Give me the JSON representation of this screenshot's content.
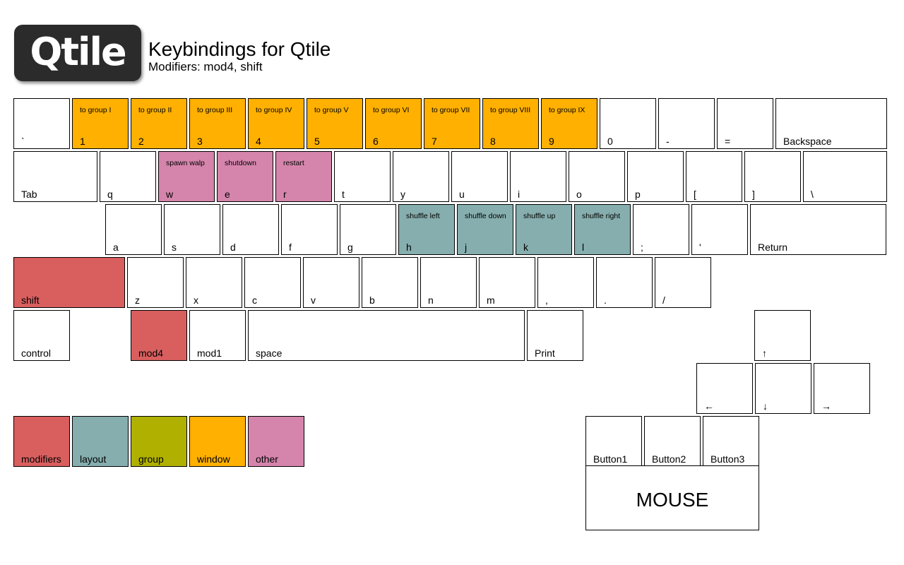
{
  "header": {
    "logo_text": "Qtile",
    "title": "Keybindings for Qtile",
    "subtitle": "Modifiers: mod4, shift"
  },
  "colors": {
    "modifiers": "#d95f5f",
    "layout": "#86aeae",
    "group": "#b0b000",
    "window": "#ffb000",
    "other": "#d585ac",
    "none": "#ffffff"
  },
  "keys": [
    {
      "label": "`",
      "desc": "",
      "cat": "none"
    },
    {
      "label": "1",
      "desc": "to group I",
      "cat": "window"
    },
    {
      "label": "2",
      "desc": "to group II",
      "cat": "window"
    },
    {
      "label": "3",
      "desc": "to group III",
      "cat": "window"
    },
    {
      "label": "4",
      "desc": "to group IV",
      "cat": "window"
    },
    {
      "label": "5",
      "desc": "to group V",
      "cat": "window"
    },
    {
      "label": "6",
      "desc": "to group VI",
      "cat": "window"
    },
    {
      "label": "7",
      "desc": "to group VII",
      "cat": "window"
    },
    {
      "label": "8",
      "desc": "to group VIII",
      "cat": "window"
    },
    {
      "label": "9",
      "desc": "to group IX",
      "cat": "window"
    },
    {
      "label": "0",
      "desc": "",
      "cat": "none"
    },
    {
      "label": "-",
      "desc": "",
      "cat": "none"
    },
    {
      "label": "=",
      "desc": "",
      "cat": "none"
    },
    {
      "label": "Backspace",
      "desc": "",
      "cat": "none"
    },
    {
      "label": "Tab",
      "desc": "",
      "cat": "none"
    },
    {
      "label": "q",
      "desc": "",
      "cat": "none"
    },
    {
      "label": "w",
      "desc": "spawn walp",
      "cat": "other"
    },
    {
      "label": "e",
      "desc": "shutdown",
      "cat": "other"
    },
    {
      "label": "r",
      "desc": "restart",
      "cat": "other"
    },
    {
      "label": "t",
      "desc": "",
      "cat": "none"
    },
    {
      "label": "y",
      "desc": "",
      "cat": "none"
    },
    {
      "label": "u",
      "desc": "",
      "cat": "none"
    },
    {
      "label": "i",
      "desc": "",
      "cat": "none"
    },
    {
      "label": "o",
      "desc": "",
      "cat": "none"
    },
    {
      "label": "p",
      "desc": "",
      "cat": "none"
    },
    {
      "label": "[",
      "desc": "",
      "cat": "none"
    },
    {
      "label": "]",
      "desc": "",
      "cat": "none"
    },
    {
      "label": "\\",
      "desc": "",
      "cat": "none"
    },
    {
      "label": "a",
      "desc": "",
      "cat": "none"
    },
    {
      "label": "s",
      "desc": "",
      "cat": "none"
    },
    {
      "label": "d",
      "desc": "",
      "cat": "none"
    },
    {
      "label": "f",
      "desc": "",
      "cat": "none"
    },
    {
      "label": "g",
      "desc": "",
      "cat": "none"
    },
    {
      "label": "h",
      "desc": "shuffle left",
      "cat": "layout"
    },
    {
      "label": "j",
      "desc": "shuffle down",
      "cat": "layout"
    },
    {
      "label": "k",
      "desc": "shuffle up",
      "cat": "layout"
    },
    {
      "label": "l",
      "desc": "shuffle right",
      "cat": "layout"
    },
    {
      "label": ";",
      "desc": "",
      "cat": "none"
    },
    {
      "label": "'",
      "desc": "",
      "cat": "none"
    },
    {
      "label": "Return",
      "desc": "",
      "cat": "none"
    },
    {
      "label": "shift",
      "desc": "",
      "cat": "modifiers"
    },
    {
      "label": "z",
      "desc": "",
      "cat": "none"
    },
    {
      "label": "x",
      "desc": "",
      "cat": "none"
    },
    {
      "label": "c",
      "desc": "",
      "cat": "none"
    },
    {
      "label": "v",
      "desc": "",
      "cat": "none"
    },
    {
      "label": "b",
      "desc": "",
      "cat": "none"
    },
    {
      "label": "n",
      "desc": "",
      "cat": "none"
    },
    {
      "label": "m",
      "desc": "",
      "cat": "none"
    },
    {
      "label": ",",
      "desc": "",
      "cat": "none"
    },
    {
      "label": ".",
      "desc": "",
      "cat": "none"
    },
    {
      "label": "/",
      "desc": "",
      "cat": "none"
    },
    {
      "label": "control",
      "desc": "",
      "cat": "none"
    },
    {
      "label": "mod4",
      "desc": "",
      "cat": "modifiers"
    },
    {
      "label": "mod1",
      "desc": "",
      "cat": "none"
    },
    {
      "label": "space",
      "desc": "",
      "cat": "none"
    },
    {
      "label": "Print",
      "desc": "",
      "cat": "none"
    },
    {
      "label": "↑",
      "desc": "",
      "cat": "none"
    },
    {
      "label": "←",
      "desc": "",
      "cat": "none"
    },
    {
      "label": "↓",
      "desc": "",
      "cat": "none"
    },
    {
      "label": "→",
      "desc": "",
      "cat": "none"
    },
    {
      "label": "modifiers",
      "desc": "",
      "cat": "modifiers"
    },
    {
      "label": "layout",
      "desc": "",
      "cat": "layout"
    },
    {
      "label": "group",
      "desc": "",
      "cat": "group"
    },
    {
      "label": "window",
      "desc": "",
      "cat": "window"
    },
    {
      "label": "other",
      "desc": "",
      "cat": "other"
    },
    {
      "label": "Button1",
      "desc": "",
      "cat": "none"
    },
    {
      "label": "Button2",
      "desc": "",
      "cat": "none"
    },
    {
      "label": "Button3",
      "desc": "",
      "cat": "none"
    }
  ],
  "mouse": {
    "label": "MOUSE"
  }
}
